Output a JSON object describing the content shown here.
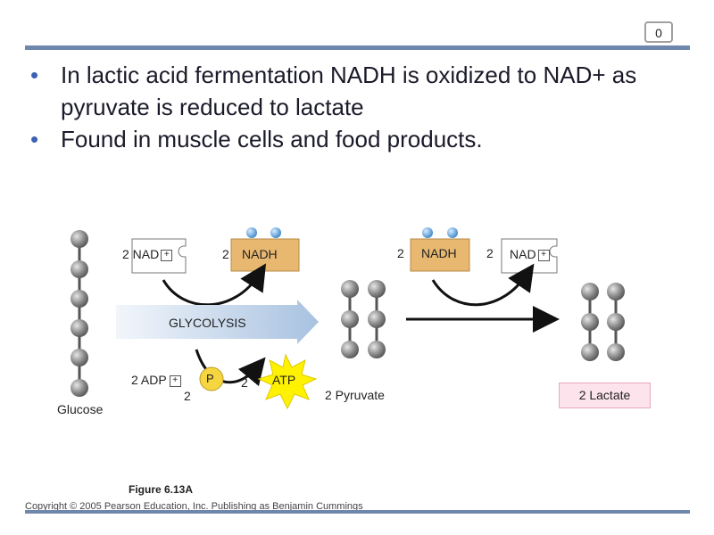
{
  "slide_number": "0",
  "bullets": [
    "In lactic acid fermentation NADH is oxidized to NAD+ as pyruvate is reduced to lactate",
    "Found in muscle cells and food products."
  ],
  "figure": {
    "nad_left": "2 NAD",
    "nadh_left_num": "2",
    "nadh_left": "NADH",
    "nadh_right_num": "2",
    "nadh_right": "NADH",
    "nad_right_num": "2",
    "nad_right": "NAD",
    "glycolysis": "GLYCOLYSIS",
    "adp": "2 ADP",
    "p_num": "2",
    "p": "P",
    "atp_num": "2",
    "atp": "ATP",
    "glucose": "Glucose",
    "pyruvate": "2 Pyruvate",
    "lactate": "2 Lactate",
    "caption": "Figure 6.13A",
    "copyright": "Copyright © 2005 Pearson Education, Inc. Publishing as Benjamin Cummings"
  },
  "colors": {
    "accent_bar": "#6f86ad",
    "nadh_box": "#e8b870",
    "electron": "#5aa0d8",
    "molecule": "#8a8a8a",
    "atp_star": "#fff200",
    "lactate_box": "#fde4ec"
  }
}
